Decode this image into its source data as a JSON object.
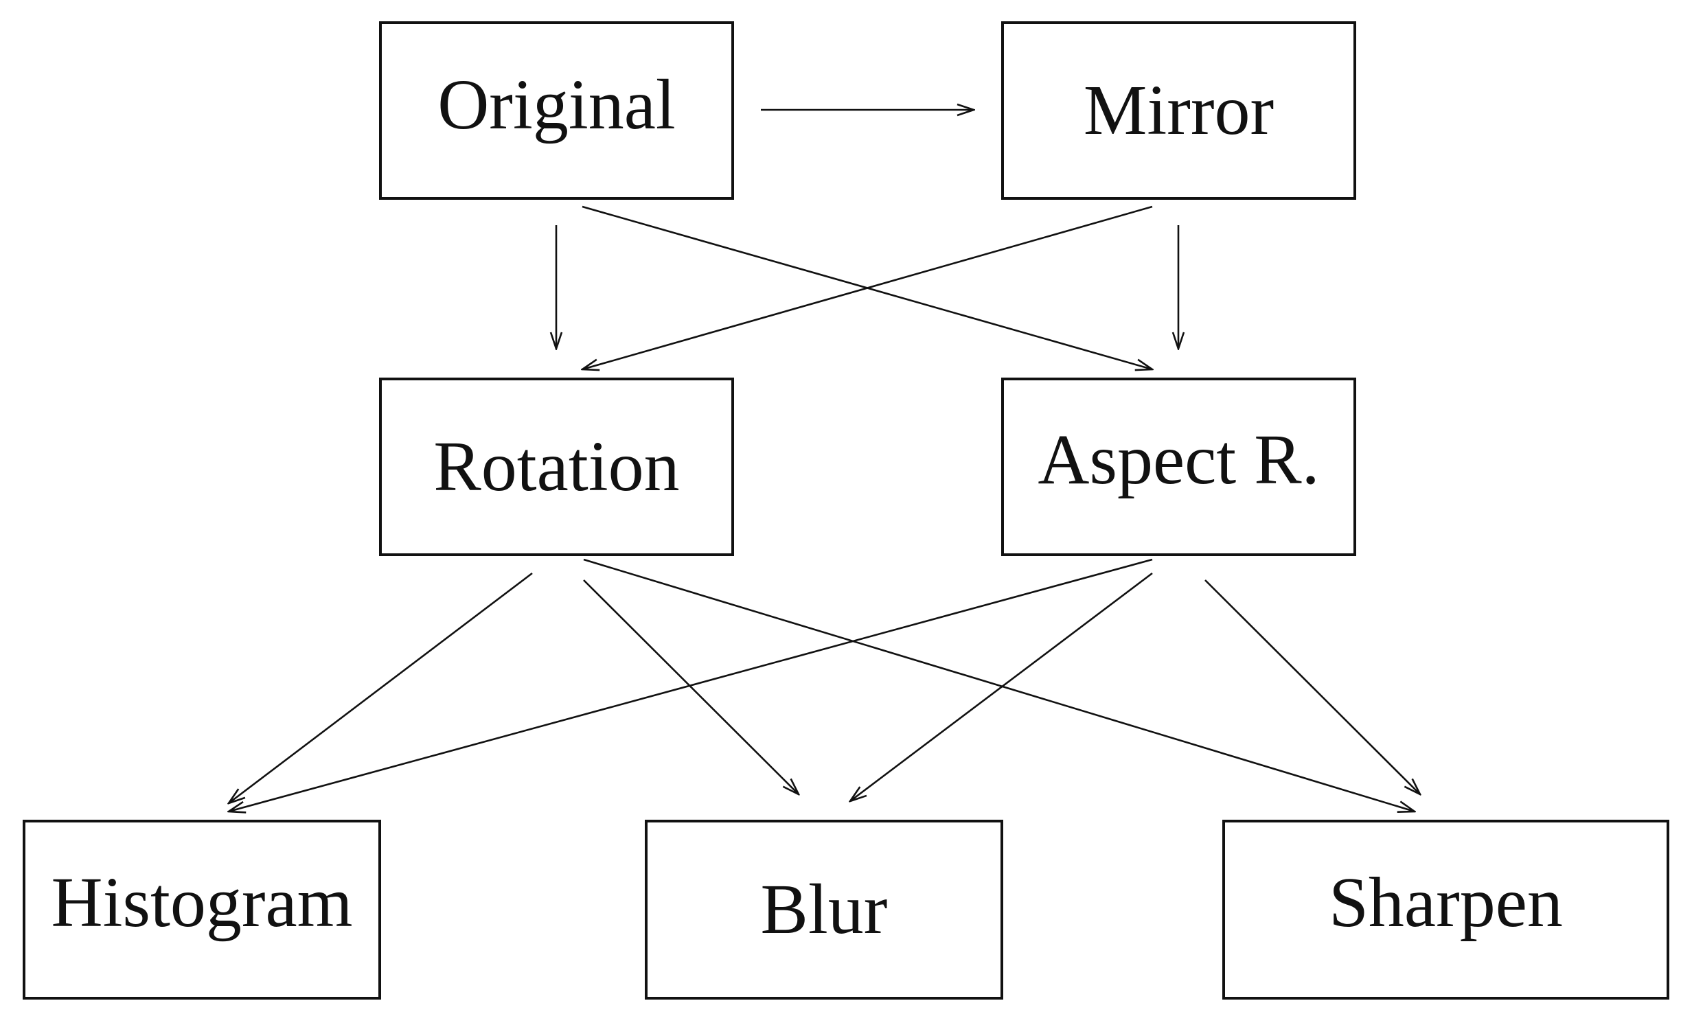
{
  "nodes": {
    "original": "Original",
    "mirror": "Mirror",
    "rotation": "Rotation",
    "aspect_ratio": "Aspect R.",
    "histogram": "Histogram",
    "blur": "Blur",
    "sharpen": "Sharpen"
  },
  "edges": [
    {
      "from": "original",
      "to": "mirror"
    },
    {
      "from": "original",
      "to": "rotation"
    },
    {
      "from": "original",
      "to": "aspect_ratio"
    },
    {
      "from": "mirror",
      "to": "rotation"
    },
    {
      "from": "mirror",
      "to": "aspect_ratio"
    },
    {
      "from": "rotation",
      "to": "histogram"
    },
    {
      "from": "rotation",
      "to": "blur"
    },
    {
      "from": "rotation",
      "to": "sharpen"
    },
    {
      "from": "aspect_ratio",
      "to": "histogram"
    },
    {
      "from": "aspect_ratio",
      "to": "blur"
    },
    {
      "from": "aspect_ratio",
      "to": "sharpen"
    }
  ],
  "colors": {
    "stroke": "#111111",
    "background": "#ffffff"
  }
}
